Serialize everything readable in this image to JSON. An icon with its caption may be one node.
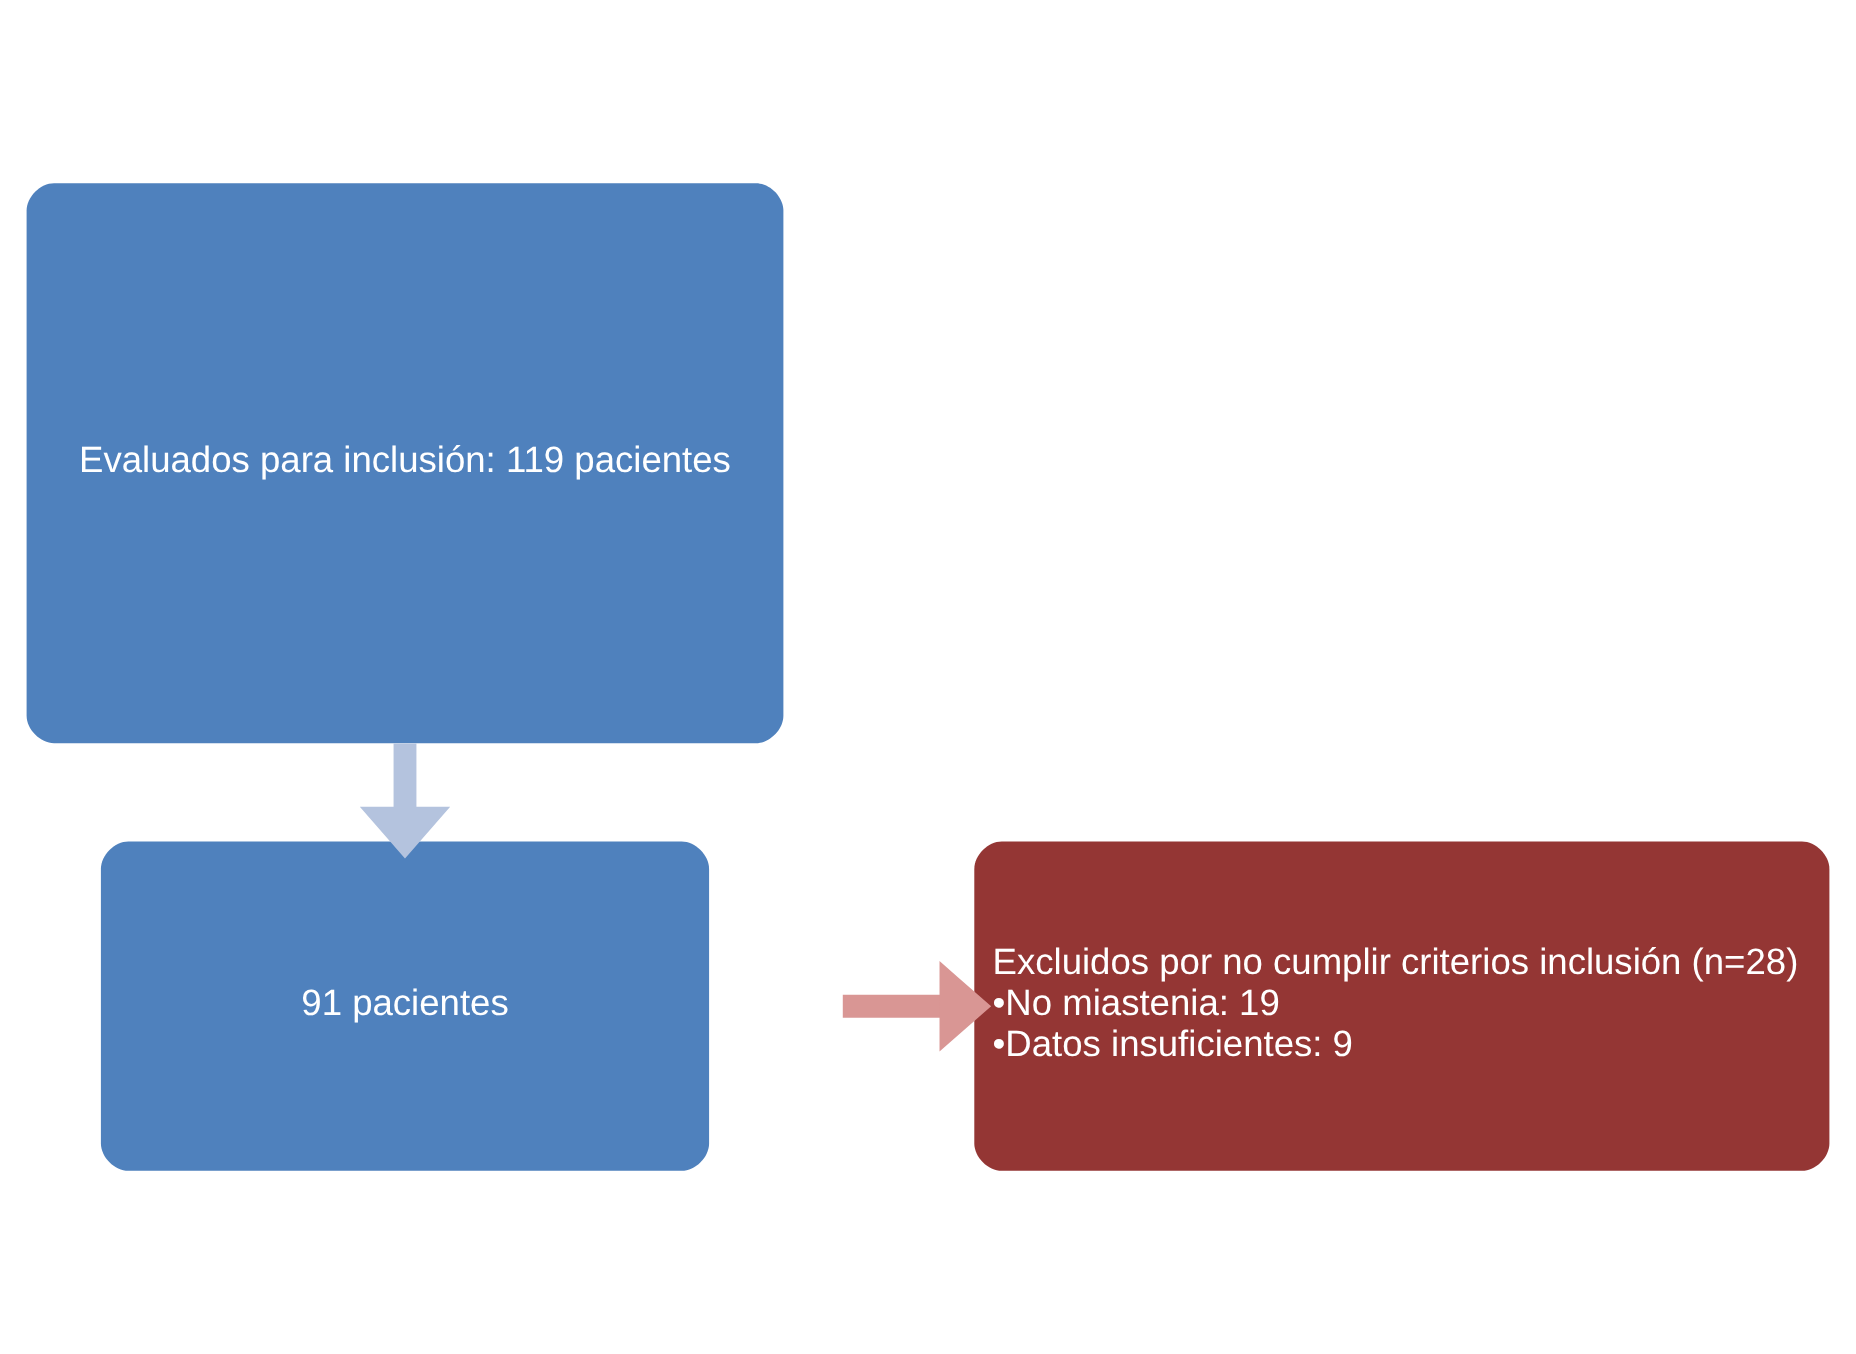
{
  "diagram": {
    "nodes": [
      {
        "text": [
          "Evaluados para inclusión: 119 pacientes"
        ]
      },
      {
        "text": [
          "91 pacientes"
        ]
      },
      {
        "text": [
          "Excluidos por no cumplir criterios inclusión (n=28)",
          "•No miastenia: 19",
          "•Datos insuficientes: 9"
        ]
      }
    ],
    "edges": [
      {
        "from": 0,
        "to": 1,
        "arrow": "to",
        "color": "#b4c3de"
      },
      {
        "from": null,
        "to": 2,
        "arrow": "to",
        "color": "#d99694"
      }
    ]
  }
}
